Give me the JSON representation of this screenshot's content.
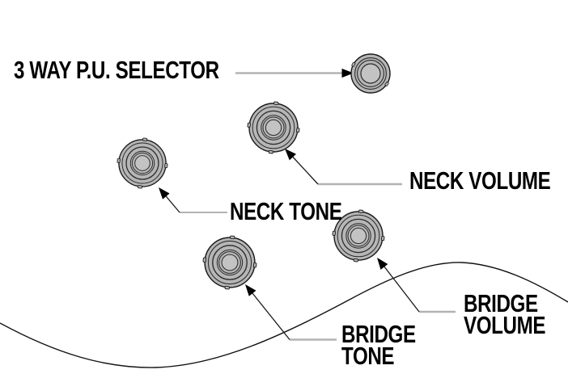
{
  "diagram": {
    "type": "guitar-controls-callout-diagram",
    "labels": {
      "selector": "3 WAY P.U. SELECTOR",
      "neck_volume": "NECK VOLUME",
      "neck_tone": "NECK TONE",
      "bridge_volume_line1": "BRIDGE",
      "bridge_volume_line2": "VOLUME",
      "bridge_tone_line1": "BRIDGE",
      "bridge_tone_line2": "TONE"
    },
    "knobs": [
      {
        "name": "3-way-pickup-selector-knob",
        "label": "3 WAY P.U. SELECTOR"
      },
      {
        "name": "neck-volume-knob",
        "label": "NECK VOLUME"
      },
      {
        "name": "neck-tone-knob",
        "label": "NECK TONE"
      },
      {
        "name": "bridge-volume-knob",
        "label": "BRIDGE VOLUME"
      },
      {
        "name": "bridge-tone-knob",
        "label": "BRIDGE TONE"
      }
    ],
    "colors": {
      "background": "#ffffff",
      "text": "#000000",
      "knob_fill": "#b6b6b6",
      "knob_center_fill": "#c3c3c3",
      "outline": "#1a1a1a",
      "connector_gray": "#b3b3b3"
    }
  }
}
